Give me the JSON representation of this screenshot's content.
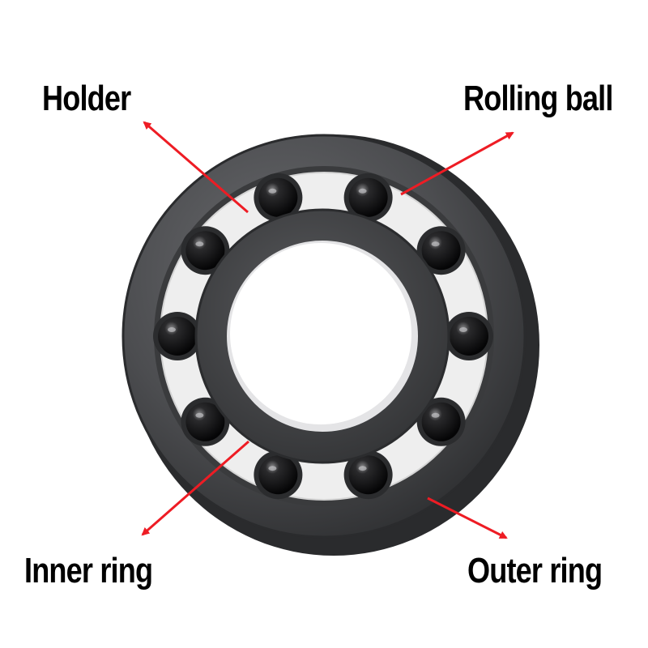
{
  "labels": {
    "holder": "Holder",
    "rolling_ball": "Rolling ball",
    "inner_ring": "Inner ring",
    "outer_ring": "Outer ring"
  },
  "colors": {
    "arrow": "#ee1c24",
    "outer_ring": "#4a4b4d",
    "inner_ring": "#3e3f41",
    "cage": "#ededed",
    "ball": "#0b0b0c",
    "text": "#000000"
  },
  "icons": {
    "bearing": "ceramic-ball-bearing-photo"
  },
  "ball_count": 10
}
